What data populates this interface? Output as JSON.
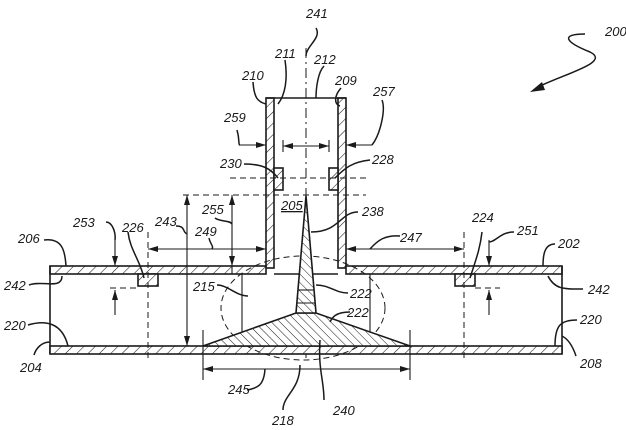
{
  "figure": {
    "title": "Patent drawing — T-junction nozzle assembly, figure 200",
    "labels": {
      "l200": "200",
      "l241": "241",
      "l211": "211",
      "l212": "212",
      "l210": "210",
      "l209": "209",
      "l257": "257",
      "l259": "259",
      "l230": "230",
      "l228": "228",
      "l205": "205",
      "l238": "238",
      "l255": "255",
      "l243": "243",
      "l249": "249",
      "l253": "253",
      "l226": "226",
      "l206": "206",
      "l224": "224",
      "l251": "251",
      "l247": "247",
      "l202": "202",
      "l242a": "242",
      "l242b": "242",
      "l215": "215",
      "l222a": "222",
      "l222b": "222",
      "l220a": "220",
      "l220b": "220",
      "l204": "204",
      "l208": "208",
      "l245": "245",
      "l218": "218",
      "l240": "240"
    }
  }
}
